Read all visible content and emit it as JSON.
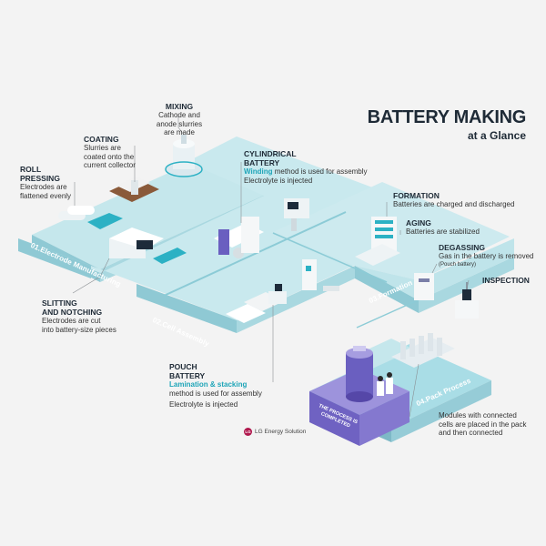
{
  "title": {
    "line1": "BATTERY MAKING",
    "line2": "at a Glance"
  },
  "steps": {
    "s1": "01.Electrode Manufacturing",
    "s2": "02.Cell Assembly",
    "s3": "03.Formation",
    "s4": "04.Pack Process",
    "done": "THE PROCESS IS COMPLETED"
  },
  "labels": {
    "mixing": {
      "title": "MIXING",
      "text1": "Cathode and",
      "text2": "anode slurries",
      "text3": "are made"
    },
    "coating": {
      "title": "COATING",
      "text1": "Slurries are",
      "text2": "coated onto the",
      "text3": "current collector"
    },
    "roll": {
      "title1": "ROLL",
      "title2": "PRESSING",
      "text1": "Electrodes are",
      "text2": "flattened evenly"
    },
    "slitting": {
      "title1": "SLITTING",
      "title2": "AND NOTCHING",
      "text1": "Electrodes are cut",
      "text2": "into battery-size pieces"
    },
    "cylindrical": {
      "title1": "CYLINDRICAL",
      "title2": "BATTERY",
      "accent": "Winding",
      "text1": " method is used for assembly",
      "text2": "Electrolyte is injected"
    },
    "pouch": {
      "title1": "POUCH",
      "title2": "BATTERY",
      "accent": "Lamination & stacking",
      "text1": "method is used for assembly",
      "text2": "Electrolyte is injected"
    },
    "formation": {
      "title": "FORMATION",
      "text": "Batteries are charged and discharged"
    },
    "aging": {
      "title": "AGING",
      "text": "Batteries are stabilized"
    },
    "degassing": {
      "title": "DEGASSING",
      "text1": "Gas in the battery is removed",
      "text2": "(Pouch battery)"
    },
    "inspection": {
      "title": "INSPECTION"
    },
    "pack": {
      "text1": "Modules with connected",
      "text2": "cells are placed in the pack",
      "text3": "and then connected"
    }
  },
  "brand": {
    "logo": "LG",
    "name": "LG Energy Solution"
  },
  "colors": {
    "floor_top": "#bfe4ea",
    "floor_side": "#8fc9d4",
    "floor_dark": "#6fb3c1",
    "pack_top": "#9a8fd9",
    "pack_side": "#6d5fc0",
    "accent": "#1fa5b8",
    "machine": "#e9eef2",
    "lg_red": "#b0184d"
  }
}
